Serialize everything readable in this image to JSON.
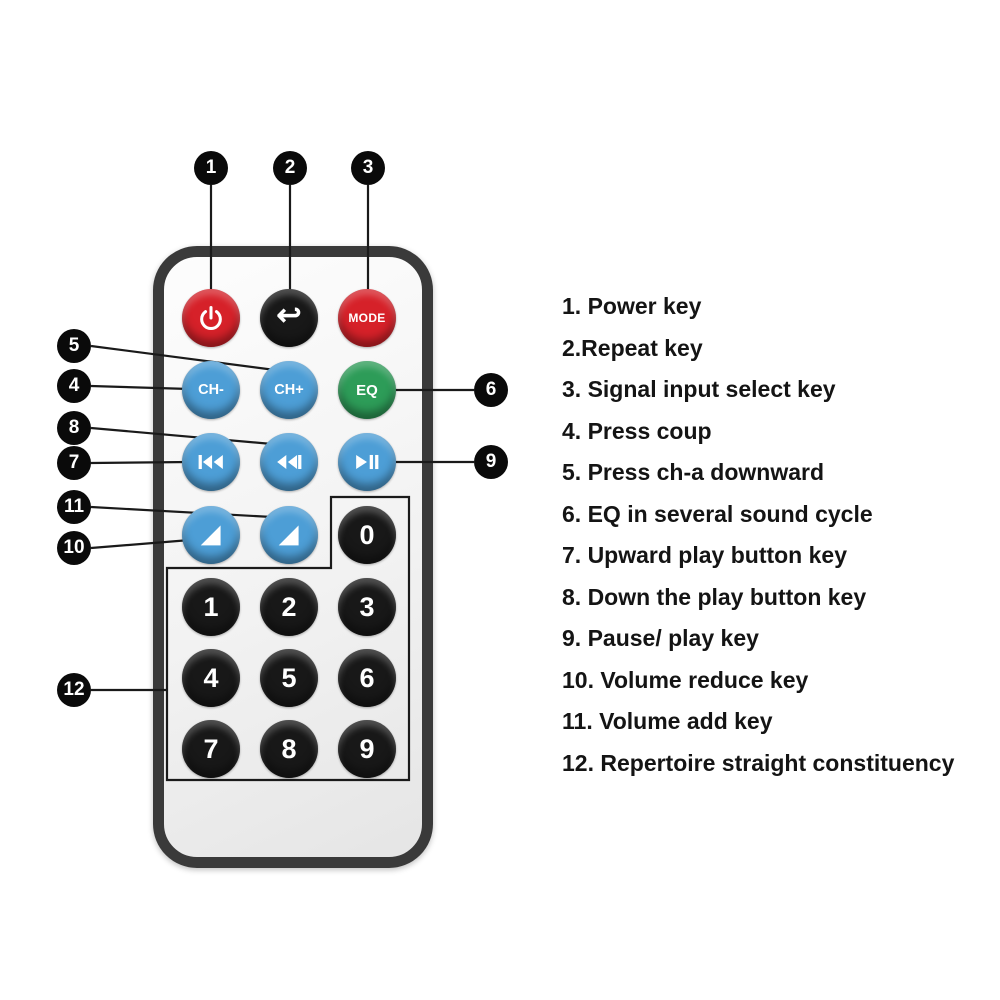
{
  "colors": {
    "button_red": "#d62129",
    "button_blue": "#4d9ed6",
    "button_green": "#2d9c58",
    "button_black": "#181818",
    "callout_black": "#0a0a0a",
    "remote_border": "#3a3a3a"
  },
  "icons": {
    "power": "power-icon",
    "repeat": "repeat-icon",
    "repeat_glyph": "↩",
    "previous": "previous-track-icon",
    "next": "next-track-icon",
    "play_pause": "play-pause-icon",
    "volume_glyph": "◢"
  },
  "remote": {
    "buttons": {
      "mode": "MODE",
      "ch_minus": "CH-",
      "ch_plus": "CH+",
      "eq": "EQ",
      "digits": [
        "0",
        "1",
        "2",
        "3",
        "4",
        "5",
        "6",
        "7",
        "8",
        "9"
      ]
    }
  },
  "callouts": [
    "1",
    "2",
    "3",
    "4",
    "5",
    "6",
    "7",
    "8",
    "9",
    "10",
    "11",
    "12"
  ],
  "legend": {
    "items": [
      "1. Power key",
      "2.Repeat key",
      "3. Signal input select key",
      "4. Press coup",
      "5. Press ch-a downward",
      "6. EQ in several sound cycle",
      "7. Upward play button key",
      "8. Down the play button key",
      "9. Pause/ play key",
      "10. Volume reduce key",
      "11. Volume add key",
      "12. Repertoire straight constituency"
    ]
  }
}
